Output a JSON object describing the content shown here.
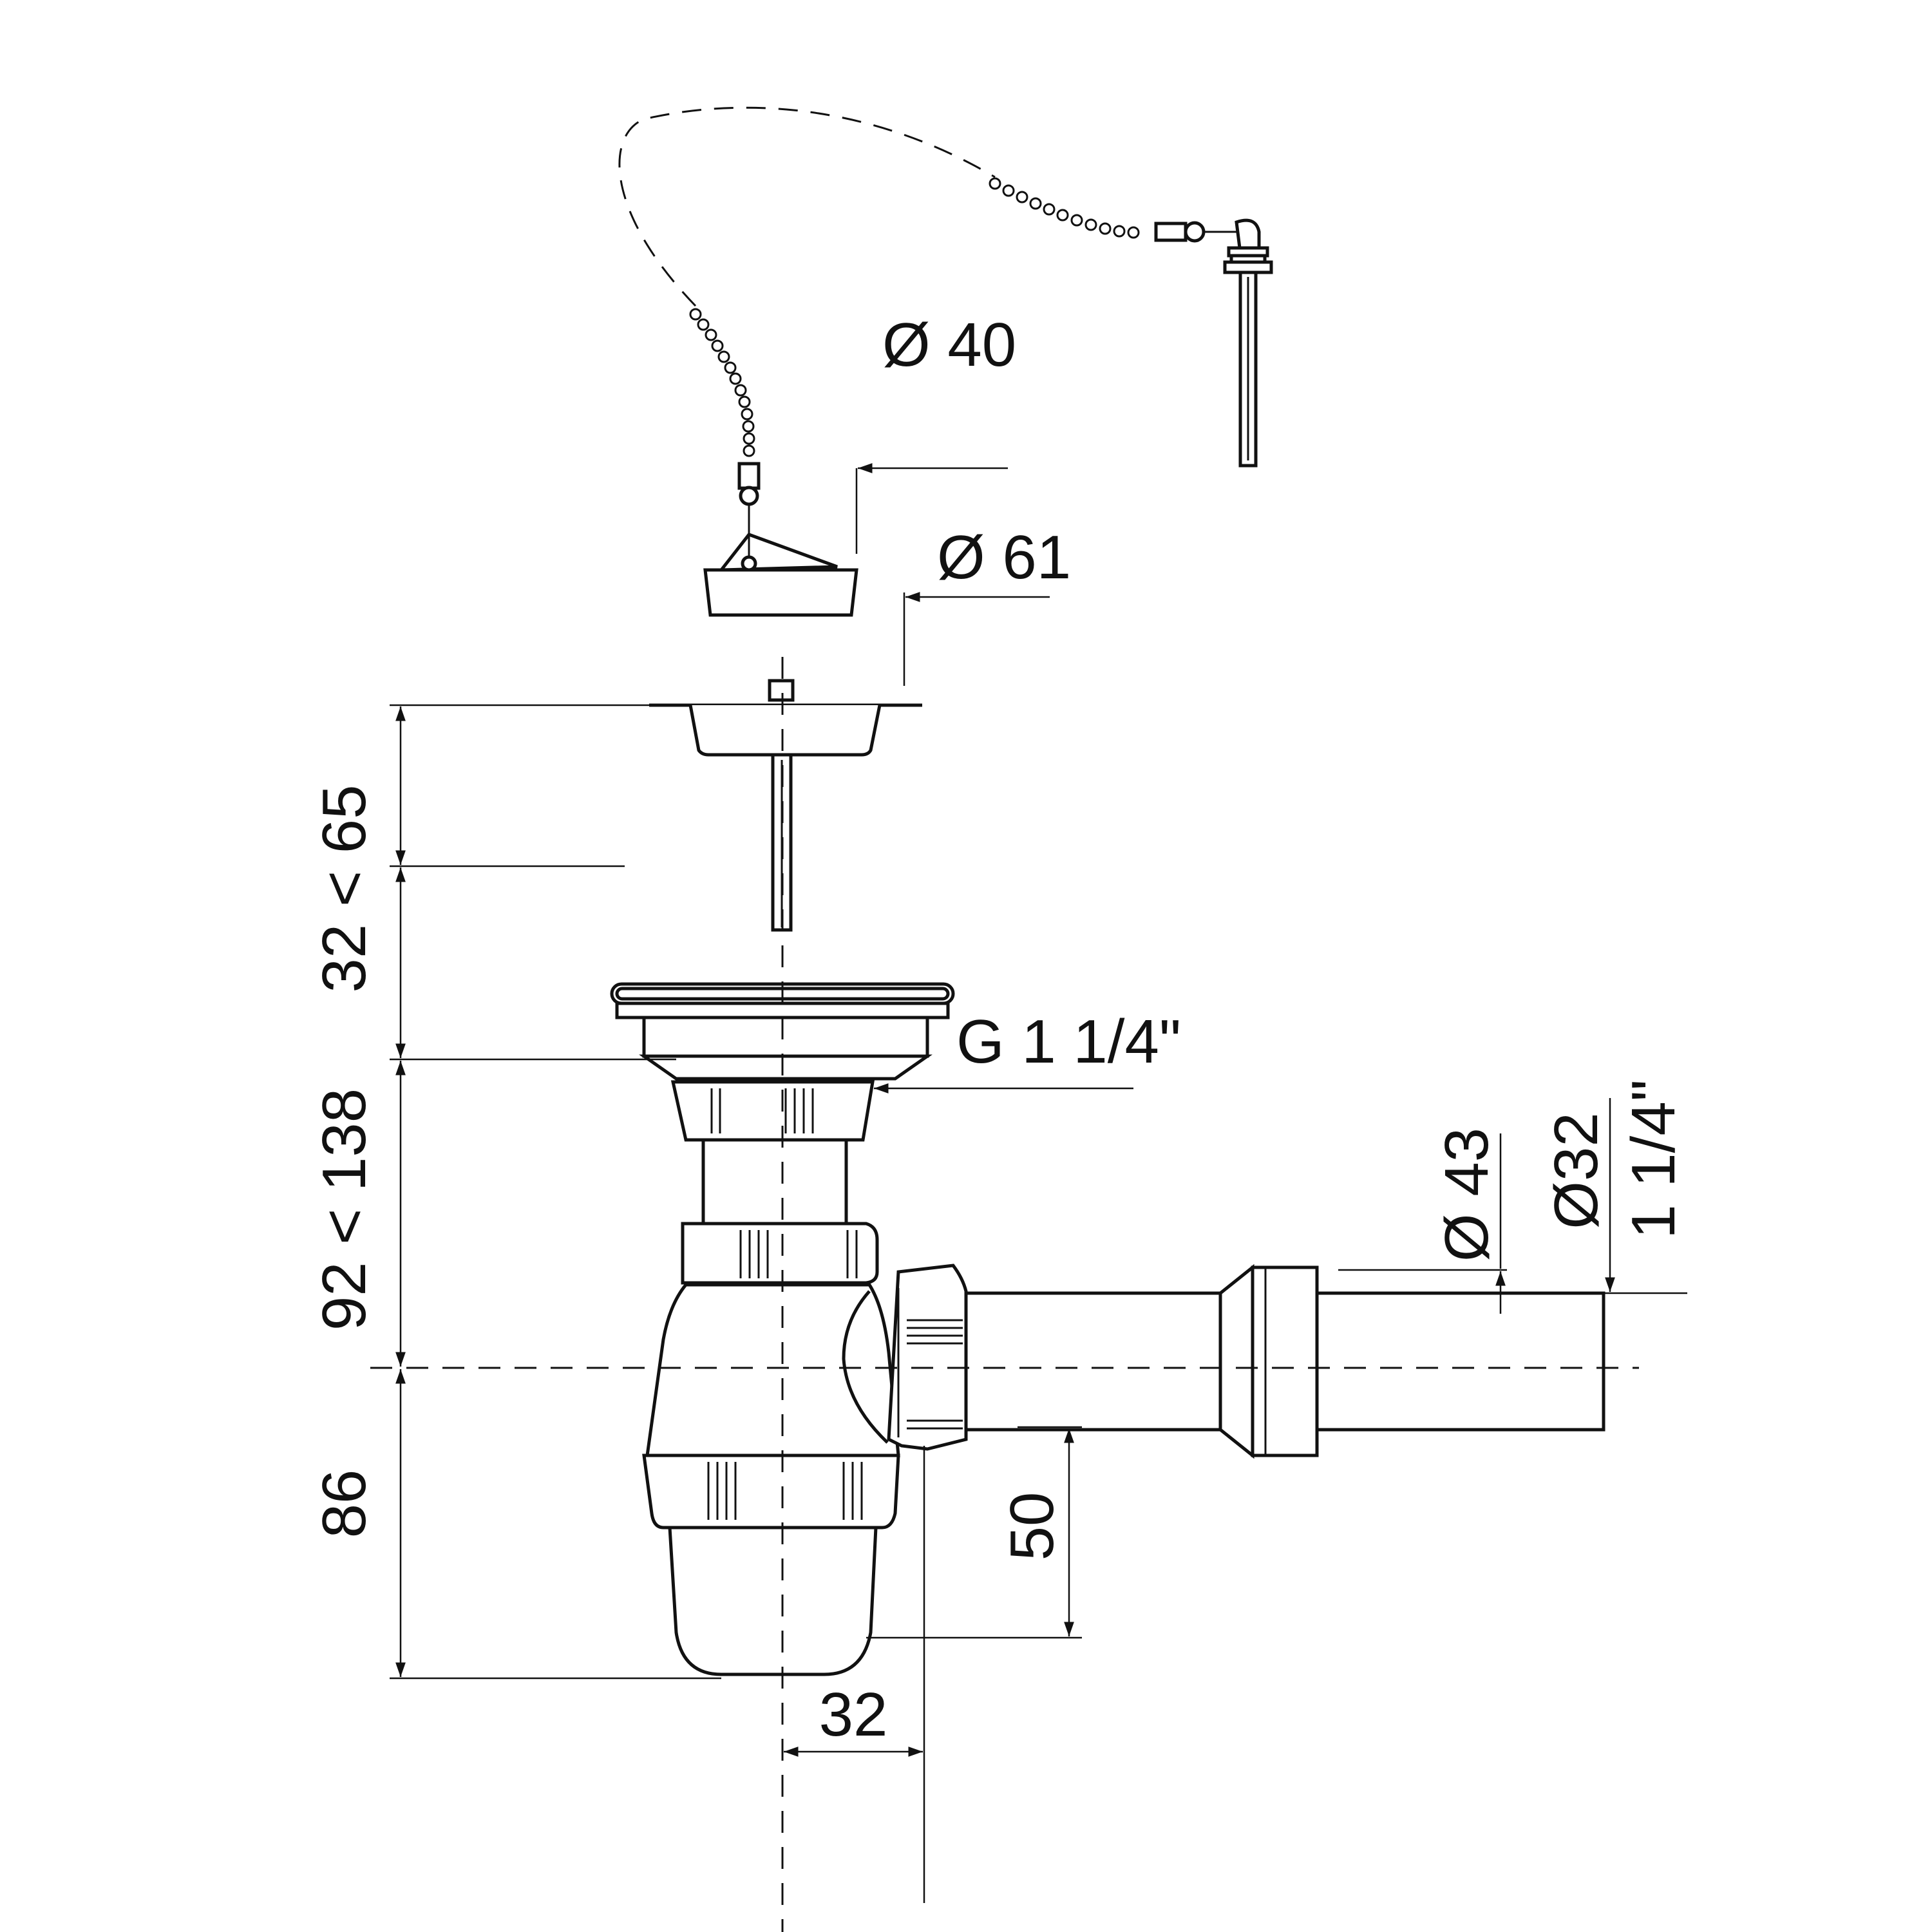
{
  "dimensions": {
    "plug_diameter": "Ø 40",
    "strainer_diameter": "Ø 61",
    "strainer_height": "32 < 65",
    "thread_size": "G 1 1/4\"",
    "trap_height": "92 < 138",
    "bottle_depth": "86",
    "outlet_height": "50",
    "outlet_offset": "32",
    "pipe_outer_diameter": "Ø 43",
    "pipe_diameter": "Ø32",
    "pipe_thread": "1 1/4\""
  }
}
